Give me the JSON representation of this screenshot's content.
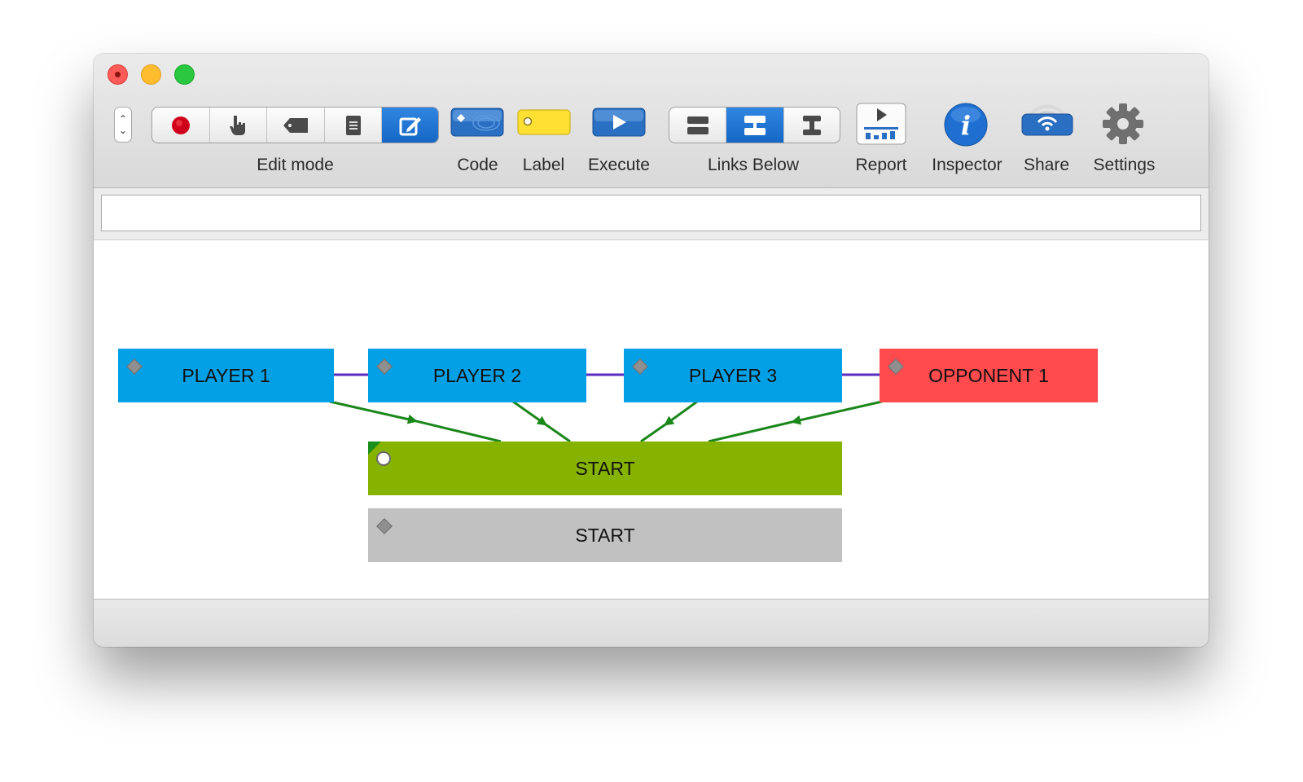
{
  "toolbar": {
    "edit_mode_label": "Edit mode",
    "code_label": "Code",
    "label_label": "Label",
    "execute_label": "Execute",
    "links_below_label": "Links Below",
    "report_label": "Report",
    "inspector_label": "Inspector",
    "share_label": "Share",
    "settings_label": "Settings",
    "edit_mode_segments": [
      "record-icon",
      "pointer-hand-icon",
      "tag-icon",
      "document-icon",
      "edit-icon"
    ],
    "edit_mode_active_index": 4,
    "links_segments": [
      "links-above-icon",
      "links-below-icon",
      "links-split-icon"
    ],
    "links_active_index": 1
  },
  "search": {
    "value": ""
  },
  "colors": {
    "player": "#03a0e6",
    "opponent": "#ff4a4e",
    "start_active": "#86b300",
    "start_inactive": "#c1c1c1",
    "link_horizontal": "#5a2cc0",
    "link_arrow": "#1a871a",
    "accent": "#1a6bd0"
  },
  "canvas": {
    "nodes": {
      "player1": "PLAYER 1",
      "player2": "PLAYER 2",
      "player3": "PLAYER 3",
      "opponent1": "OPPONENT 1",
      "start_active": "START",
      "start_inactive": "START"
    }
  }
}
